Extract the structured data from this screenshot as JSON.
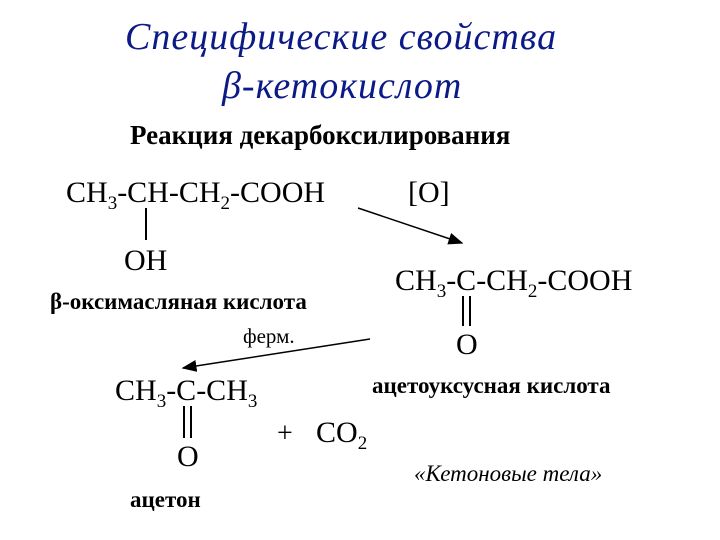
{
  "title": {
    "line1": "Специфические свойства",
    "line2": "β-кетокислот"
  },
  "subtitle": "Реакция декарбоксилирования",
  "hydroxybutyric": {
    "f_ch3": "CH",
    "f_3": "3",
    "f_mid": "-CH-CH",
    "f_2": "2",
    "f_end": "-COOH",
    "oh": "OH",
    "name": "β-оксимасляная кислота"
  },
  "oxidant": "[O]",
  "acetoacetic": {
    "f_ch3": "CH",
    "f_3": "3",
    "f_mid": "-C-CH",
    "f_2": "2",
    "f_end": "-COOH",
    "o": "O",
    "name": "ацетоуксусная кислота"
  },
  "enzyme": "ферм.",
  "acetone": {
    "f_ch3": "CH",
    "f_3a": "3",
    "f_mid": "-C-CH",
    "f_3b": "3",
    "o": "O",
    "name": "ацетон"
  },
  "plus": "+",
  "co2": {
    "co": "CO",
    "sub": "2"
  },
  "ketone_bodies": "«Кетоновые тела»"
}
